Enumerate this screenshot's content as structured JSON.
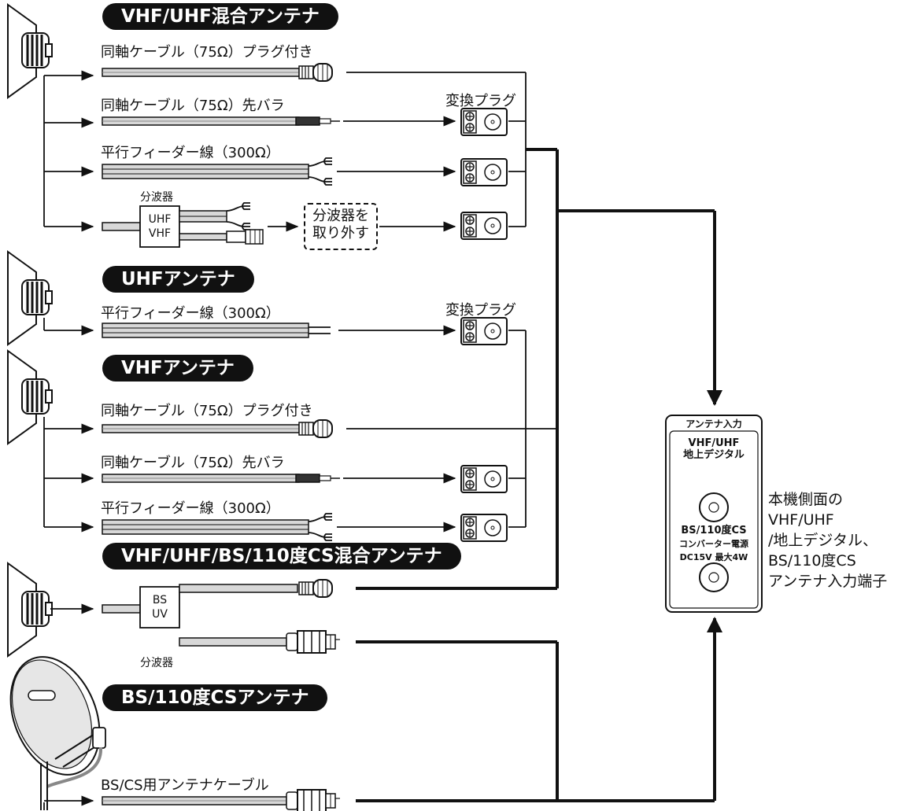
{
  "groups": {
    "mixed_vu": "VHF/UHF混合アンテナ",
    "uhf": "UHFアンテナ",
    "vhf": "VHFアンテナ",
    "mixed_all": "VHF/UHF/BS/110度CS混合アンテナ",
    "bs": "BS/110度CSアンテナ"
  },
  "cables": {
    "coax_plug": "同軸ケーブル（75Ω）プラグ付き",
    "coax_bare": "同軸ケーブル（75Ω）先バラ",
    "feeder": "平行フィーダー線（300Ω）",
    "bs_cable": "BS/CS用アンテナケーブル"
  },
  "adapter_label": "変換プラグ",
  "splitter": {
    "label": "分波器",
    "uhf": "UHF",
    "vhf": "VHF",
    "bs": "BS",
    "uv": "UV",
    "remove_line1": "分波器を",
    "remove_line2": "取り外す"
  },
  "panel": {
    "title": "アンテナ入力",
    "port1_line1": "VHF/UHF",
    "port1_line2": "地上デジタル",
    "port2_line1": "BS/110度CS",
    "port2_line2": "コンバーター電源",
    "port2_line3": "DC15V 最大4W"
  },
  "side_caption": {
    "line1": "本機側面の",
    "line2": "VHF/UHF",
    "line3": "/地上デジタル、",
    "line4": "BS/110度CS",
    "line5": "アンテナ入力端子"
  }
}
